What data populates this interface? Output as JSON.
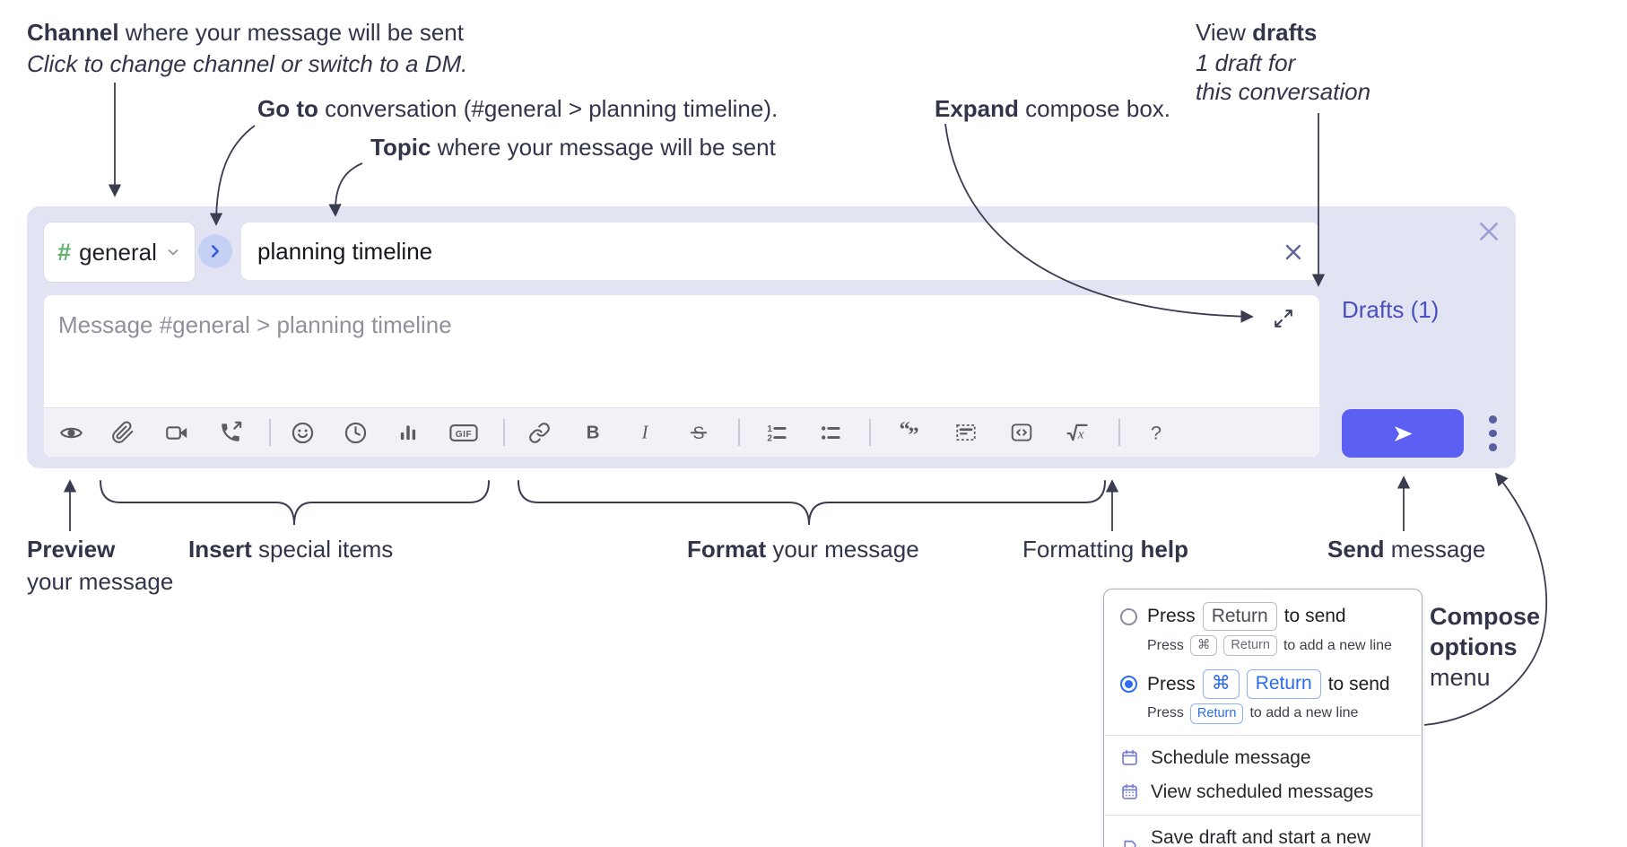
{
  "annotations": {
    "channel_line1_bold": "Channel",
    "channel_line1_rest": " where your message will be sent",
    "channel_line2": "Click to change channel or switch to a DM.",
    "goto_bold": "Go to",
    "goto_rest": " conversation (#general > planning timeline).",
    "topic_bold": "Topic",
    "topic_rest": " where your message will be sent",
    "expand_bold": "Expand",
    "expand_rest": " compose box.",
    "drafts_line1_pre": "View ",
    "drafts_line1_bold": "drafts",
    "drafts_line2": "1 draft for",
    "drafts_line3": "this conversation",
    "preview_bold": "Preview",
    "preview_rest": "your message",
    "insert_bold": "Insert",
    "insert_rest": " special items",
    "format_bold": "Format",
    "format_rest": " your message",
    "help_pre": "Formatting ",
    "help_bold": "help",
    "send_bold": "Send",
    "send_rest": " message",
    "compose_opts_bold1": "Compose",
    "compose_opts_bold2": "options",
    "compose_opts_rest": "menu"
  },
  "compose": {
    "channel_hash": "#",
    "channel_name": "general",
    "topic_value": "planning timeline",
    "message_placeholder": "Message #general > planning timeline",
    "drafts_link": "Drafts (1)"
  },
  "toolbar": {
    "bold_label": "B",
    "italic_label": "I",
    "strike_label": "S",
    "gif_label": "GIF",
    "ol_1": "1",
    "ol_2": "2",
    "quote_open": "“",
    "quote_close": "”",
    "math_x": "x",
    "help_label": "?",
    "icons": [
      "preview-eye",
      "attach-paperclip",
      "video-call",
      "voice-call",
      "emoji",
      "global-time",
      "poll",
      "gif",
      "link",
      "bold",
      "italic",
      "strikethrough",
      "numbered-list",
      "bulleted-list",
      "quote",
      "spoiler",
      "code",
      "math",
      "help"
    ]
  },
  "popup": {
    "opt1_pre": "Press",
    "opt1_key1": "Return",
    "opt1_rest": "to send",
    "opt1_sub_pre": "Press",
    "opt1_sub_key1": "⌘",
    "opt1_sub_key2": "Return",
    "opt1_sub_rest": "to add a new line",
    "opt2_pre": "Press",
    "opt2_key1": "⌘",
    "opt2_key2": "Return",
    "opt2_rest": "to send",
    "opt2_sub_pre": "Press",
    "opt2_sub_key1": "Return",
    "opt2_sub_rest": "to add a new line",
    "item_schedule": "Schedule message",
    "item_view_scheduled": "View scheduled messages",
    "item_save_draft": "Save draft and start a new message"
  },
  "colors": {
    "compose_bg": "#e2e4f3",
    "accent_send": "#5b5ff2",
    "drafts_link": "#4a50ba",
    "channel_hash": "#5bb06e",
    "selected_radio": "#2b6cf0",
    "menu_icon": "#767bd3",
    "annotation_text": "#32354a"
  }
}
